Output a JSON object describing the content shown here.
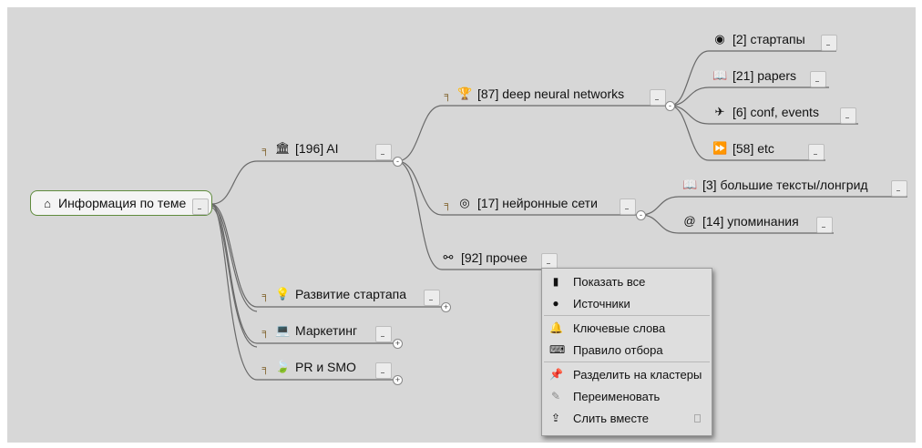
{
  "root": {
    "label": "Информация по теме",
    "icon": "home-icon"
  },
  "ai": {
    "label": "[196] AI",
    "icon": "building-icon"
  },
  "ai_children": {
    "dnn": {
      "label": "[87] deep neural networks",
      "icon": "trophy-icon"
    },
    "neural": {
      "label": "[17] нейронные сети",
      "icon": "target-icon"
    },
    "other": {
      "label": "[92] прочее",
      "icon": "link-icon"
    }
  },
  "dnn_children": [
    {
      "label": "[2] стартапы",
      "icon": "target-plus-icon"
    },
    {
      "label": "[21] papers",
      "icon": "book-icon"
    },
    {
      "label": "[6] conf, events",
      "icon": "plane-icon"
    },
    {
      "label": "[58] etc",
      "icon": "fast-forward-icon"
    }
  ],
  "neural_children": [
    {
      "label": "[3] большие тексты/лонгрид",
      "icon": "book-icon"
    },
    {
      "label": "[14] упоминания",
      "icon": "at-icon"
    }
  ],
  "root_children": {
    "startup": {
      "label": "Развитие стартапа",
      "icon": "bulb-icon"
    },
    "marketing": {
      "label": "Маркетинг",
      "icon": "laptop-icon"
    },
    "pr": {
      "label": "PR и SMO",
      "icon": "leaf-icon"
    }
  },
  "context_menu": {
    "show_all": "Показать все",
    "sources": "Источники",
    "keywords": "Ключевые слова",
    "filter_rule": "Правило отбора",
    "split_clusters": "Разделить на кластеры",
    "rename": "Переименовать",
    "merge": "Слить вместе"
  }
}
